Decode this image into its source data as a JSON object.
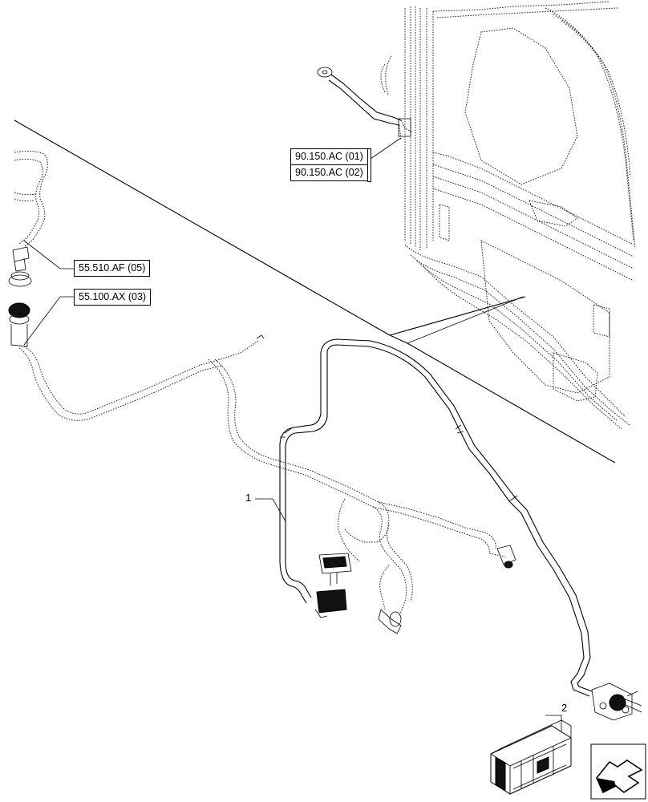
{
  "references": {
    "ref_9015_01": "90.150.AC (01)",
    "ref_9015_02": "90.150.AC (02)",
    "ref_55510": "55.510.AF (05)",
    "ref_55100": "55.100.AX (03)"
  },
  "items": {
    "item1": "1",
    "item2": "2"
  },
  "icons": {
    "navigation": "arrow-back-icon",
    "package": "crate-icon"
  }
}
